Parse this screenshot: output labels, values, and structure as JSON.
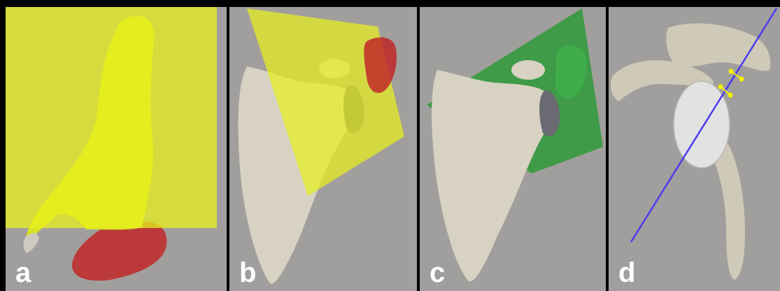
{
  "figure": {
    "background_color": "#a19f9d",
    "divider_color": "#000000",
    "panels": [
      {
        "letter": "a",
        "plane_color": "#e8f01e",
        "highlight_color": "#c02828"
      },
      {
        "letter": "b",
        "plane_color": "#e8f01e",
        "highlight_color": "#c02828"
      },
      {
        "letter": "c",
        "plane_color": "#2e9a3a",
        "highlight_color": "#2e9a3a"
      },
      {
        "letter": "d",
        "axis_color": "#4a3cf0",
        "landmark_color": "#f2f200"
      }
    ],
    "bone_color": "#d8d2c2",
    "letter_color": "#ffffff"
  }
}
